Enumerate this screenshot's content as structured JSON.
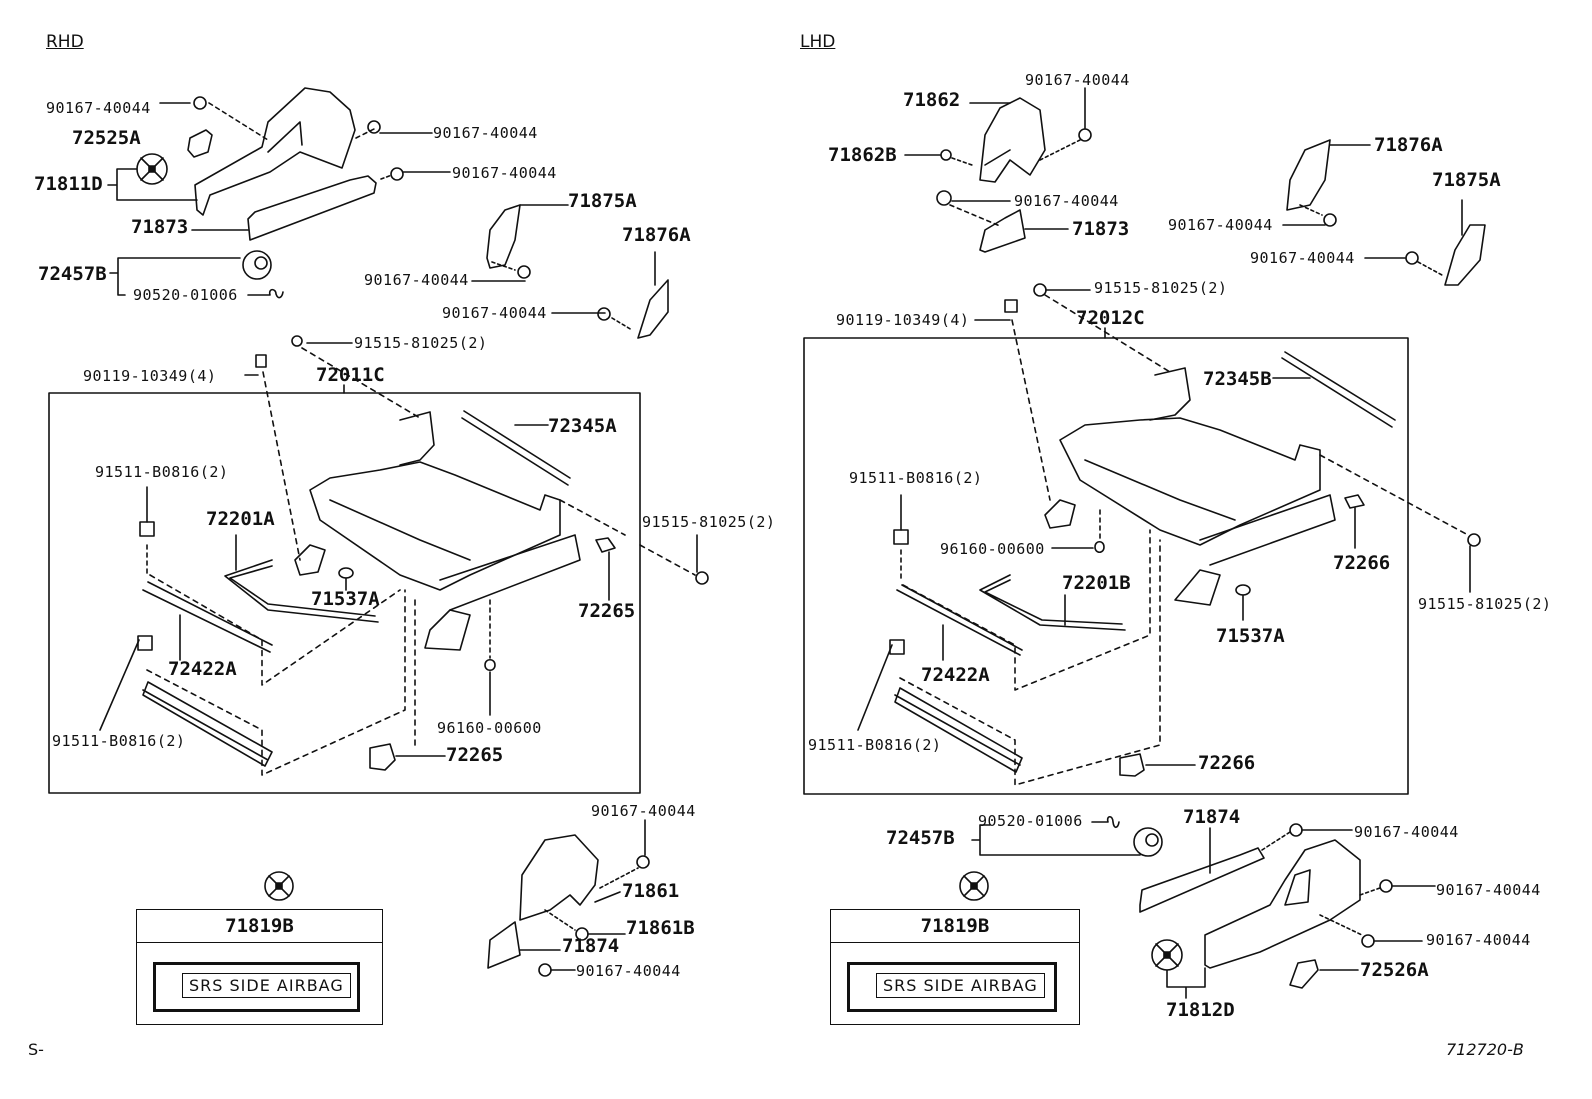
{
  "panels": {
    "rhd": {
      "heading": "RHD",
      "labels": {
        "bolt_tl": "90167-40044",
        "knob_cover": "72525A",
        "shield_assy": "71811D",
        "shield_lower": "71873",
        "bolt_shield_r1": "90167-40044",
        "bolt_shield_r2": "90167-40044",
        "bracket_a": "71875A",
        "bolt_bracket_a": "90167-40044",
        "bracket_b": "71876A",
        "bolt_bracket_b": "90167-40044",
        "knob": "72457B",
        "clip": "90520-01006",
        "bolt_frame_top": "91515-81025(2)",
        "bolt_frame_left": "90119-10349(4)",
        "frame": "72011C",
        "rod": "72345A",
        "bolt_rail_upper": "91511-B0816(2)",
        "spring": "72201A",
        "bolt_frame_right": "91515-81025(2)",
        "cap": "71537A",
        "cover_right": "72265",
        "rail_bar": "72422A",
        "nut": "96160-00600",
        "bolt_rail_lower": "91511-B0816(2)",
        "cover_bottom": "72265",
        "bolt_inner_top": "90167-40044",
        "inner_shield": "71861",
        "inner_clip": "71861B",
        "inner_lower": "71874",
        "bolt_inner_bottom": "90167-40044"
      },
      "airbag_card": {
        "part": "71819B",
        "text": "SRS  SIDE  AIRBAG"
      }
    },
    "lhd": {
      "heading": "LHD",
      "labels": {
        "inner_shield": "71862",
        "bolt_inner_top": "90167-40044",
        "inner_clip": "71862B",
        "bolt_inner_mid": "90167-40044",
        "inner_lower": "71873",
        "bracket_b": "71876A",
        "bolt_bracket_b": "90167-40044",
        "bracket_a": "71875A",
        "bolt_bracket_a": "90167-40044",
        "bolt_frame_top": "91515-81025(2)",
        "bolt_frame_left": "90119-10349(4)",
        "frame": "72012C",
        "rod": "72345B",
        "bolt_rail_upper": "91511-B0816(2)",
        "nut": "96160-00600",
        "spring": "72201B",
        "cover_right": "72266",
        "bolt_frame_right": "91515-81025(2)",
        "cap": "71537A",
        "rail_bar": "72422A",
        "bolt_rail_lower": "91511-B0816(2)",
        "cover_bottom": "72266",
        "knob": "72457B",
        "clip": "90520-01006",
        "shield_lower": "71874",
        "bolt_shield_1": "90167-40044",
        "bolt_shield_2": "90167-40044",
        "bolt_shield_3": "90167-40044",
        "knob_cover": "72526A",
        "shield_assy": "71812D"
      },
      "airbag_card": {
        "part": "71819B",
        "text": "SRS  SIDE  AIRBAG"
      }
    }
  },
  "footer": {
    "left_code": "S-",
    "drawing_number": "712720-B"
  }
}
